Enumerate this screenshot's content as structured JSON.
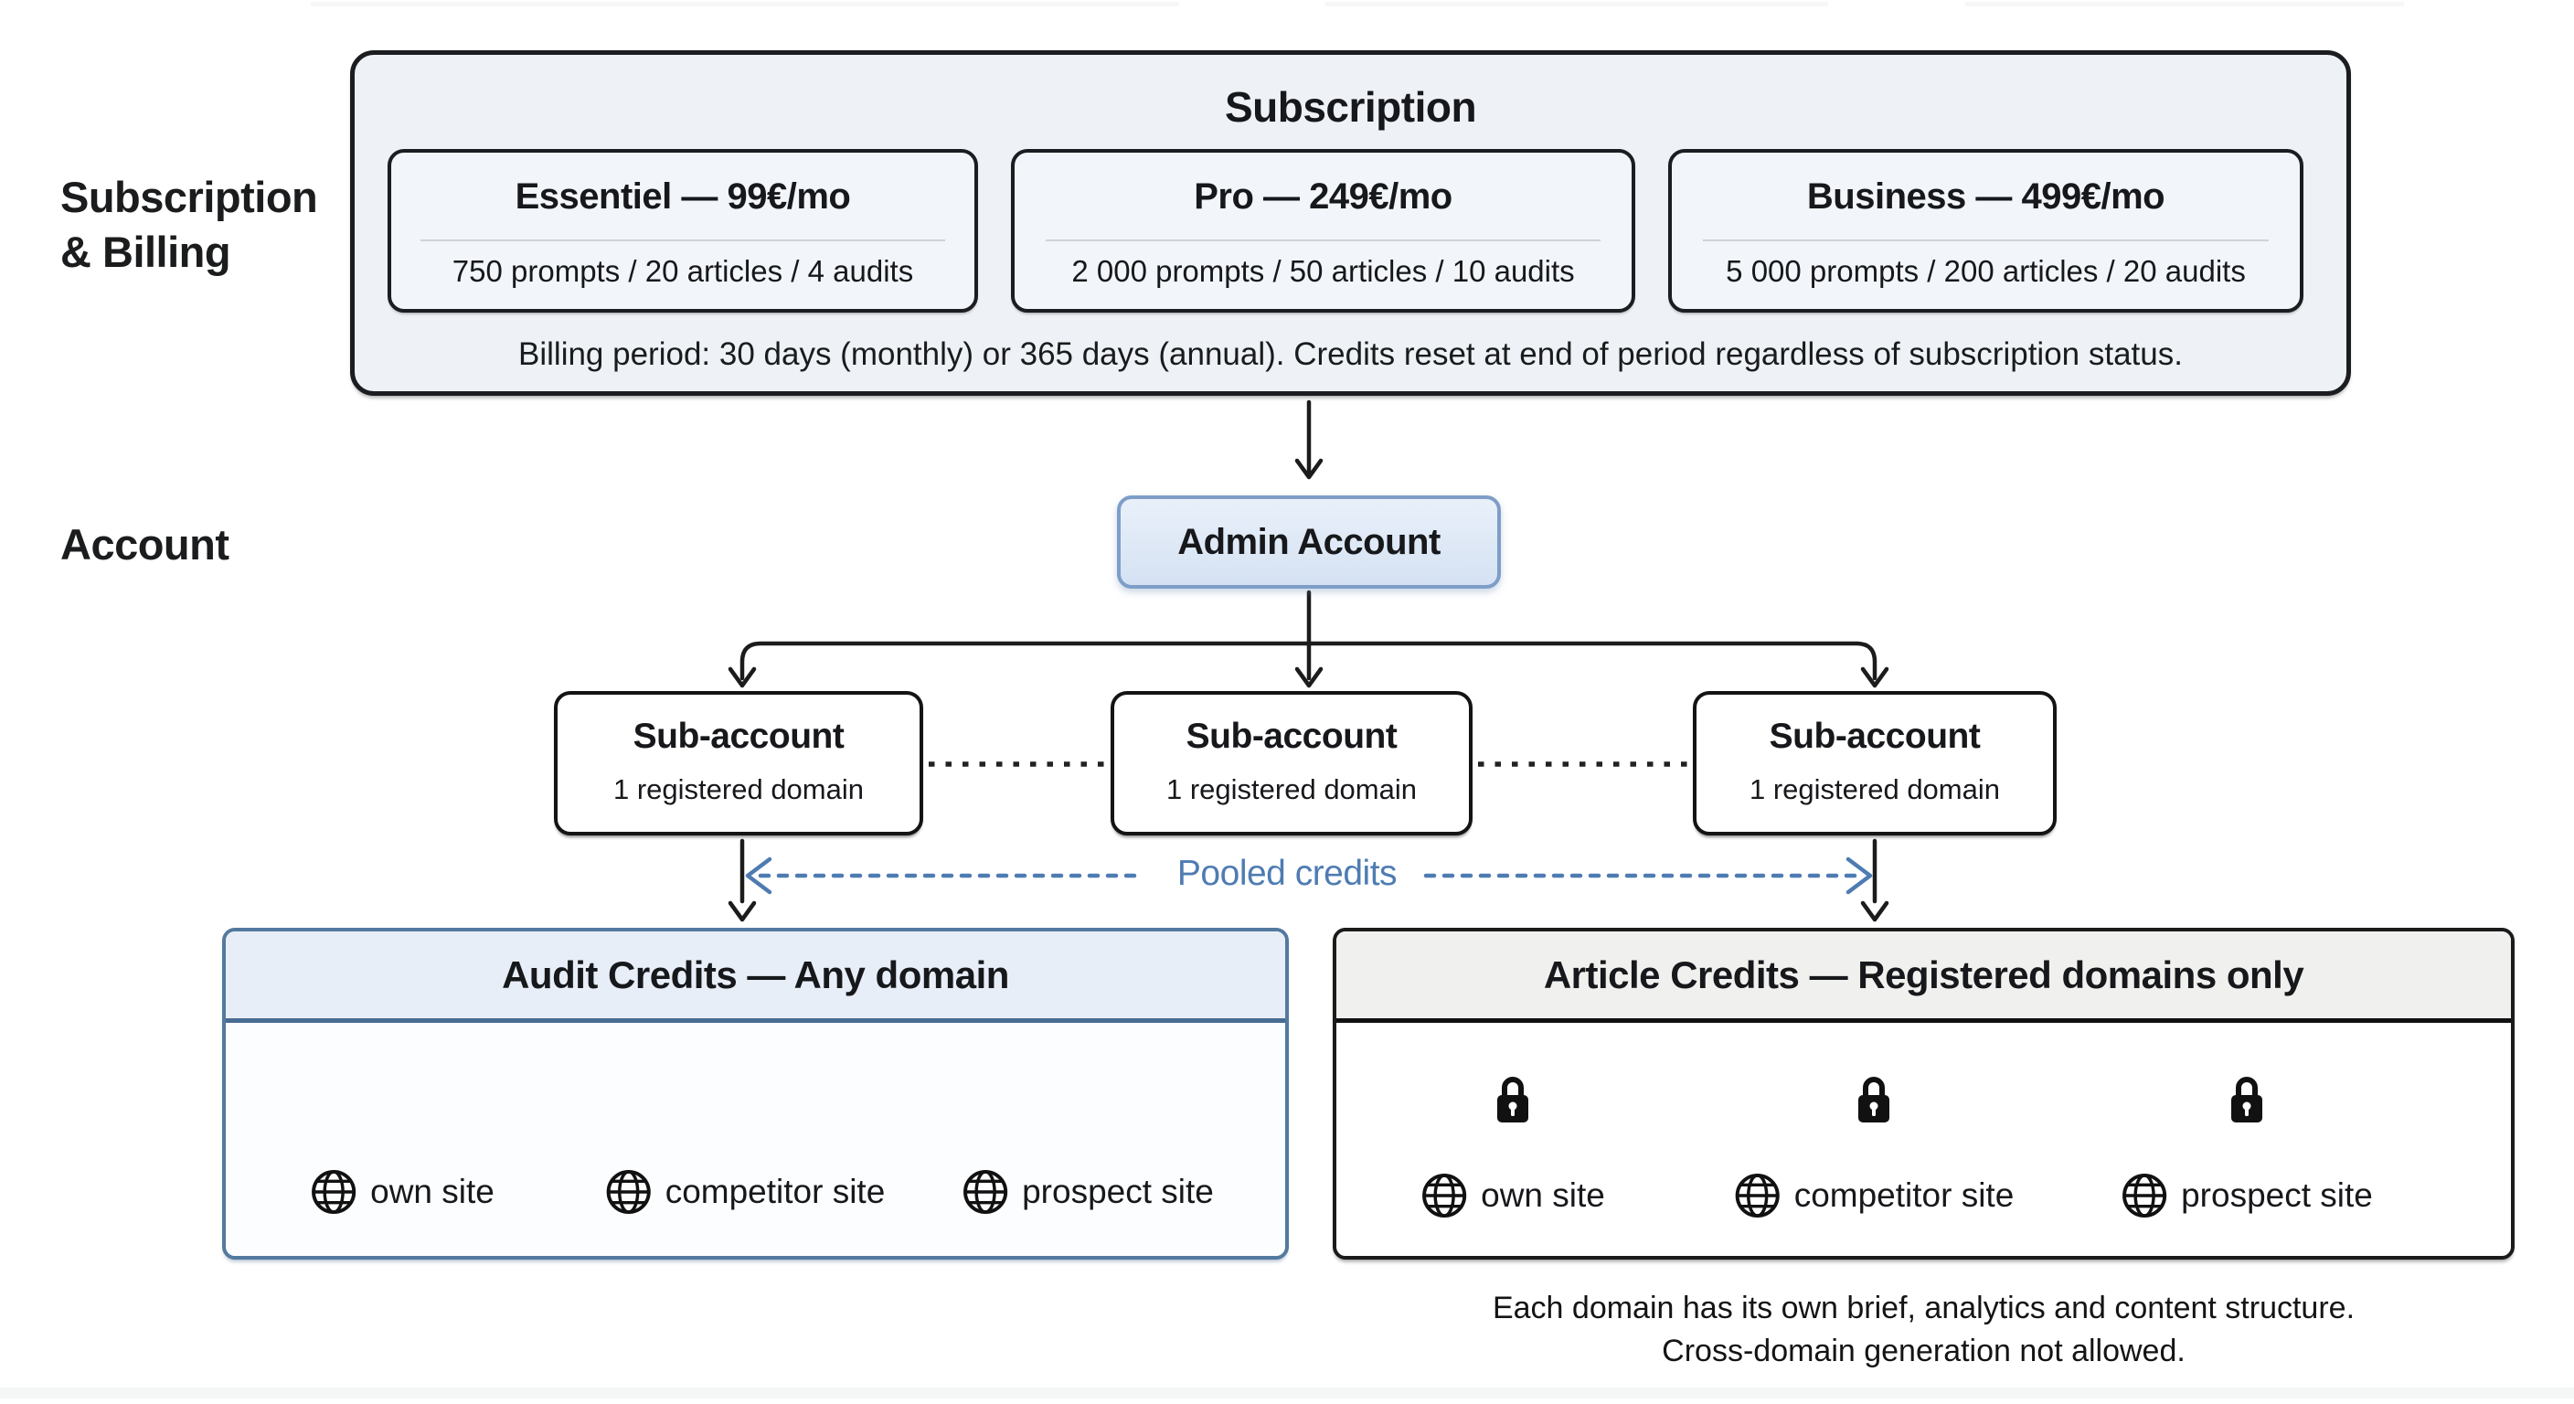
{
  "labels": {
    "section1_line1": "Subscription",
    "section1_line2": "& Billing",
    "section2": "Account"
  },
  "subscription": {
    "title": "Subscription",
    "plans": [
      {
        "name": "Essentiel — 99€/mo",
        "quota": "750 prompts / 20 articles / 4 audits"
      },
      {
        "name": "Pro — 249€/mo",
        "quota": "2 000 prompts / 50 articles / 10 audits"
      },
      {
        "name": "Business — 499€/mo",
        "quota": "5 000 prompts / 200 articles / 20 audits"
      }
    ],
    "billing_note": "Billing period: 30 days (monthly) or 365 days (annual). Credits reset at end of period regardless of subscription status."
  },
  "account": {
    "admin_label": "Admin Account",
    "sub_accounts": [
      {
        "title": "Sub-account",
        "subtitle": "1 registered domain"
      },
      {
        "title": "Sub-account",
        "subtitle": "1 registered domain"
      },
      {
        "title": "Sub-account",
        "subtitle": "1 registered domain"
      }
    ],
    "pooled_credits_label": "Pooled credits"
  },
  "audit_box": {
    "title": "Audit Credits — Any domain",
    "leaves": [
      {
        "icon": "globe-icon",
        "label": "own site"
      },
      {
        "icon": "globe-icon",
        "label": "competitor site"
      },
      {
        "icon": "globe-icon",
        "label": "prospect site"
      }
    ]
  },
  "article_box": {
    "title": "Article Credits — Registered domains only",
    "locks": [
      {
        "icon": "lock-icon"
      },
      {
        "icon": "lock-icon"
      },
      {
        "icon": "lock-icon"
      }
    ],
    "leaves": [
      {
        "icon": "globe-icon",
        "label": "own site"
      },
      {
        "icon": "globe-icon",
        "label": "competitor site"
      },
      {
        "icon": "globe-icon",
        "label": "prospect site"
      }
    ],
    "note_line1": "Each domain has its own brief, analytics and content structure.",
    "note_line2": "Cross-domain generation not allowed."
  },
  "colors": {
    "background": "#ffffff",
    "ink": "#17181b",
    "container_fill": "#eef1f5",
    "plan_fill": "#f2f5f9",
    "admin_border_blue": "#7e9ec8",
    "admin_fill_blue": "#dde8f7",
    "audit_border_blue": "#53799f",
    "audit_header_fill": "#e7eef8",
    "article_header_fill": "#f0f0ee",
    "pooled_blue": "#4e7cb2"
  }
}
